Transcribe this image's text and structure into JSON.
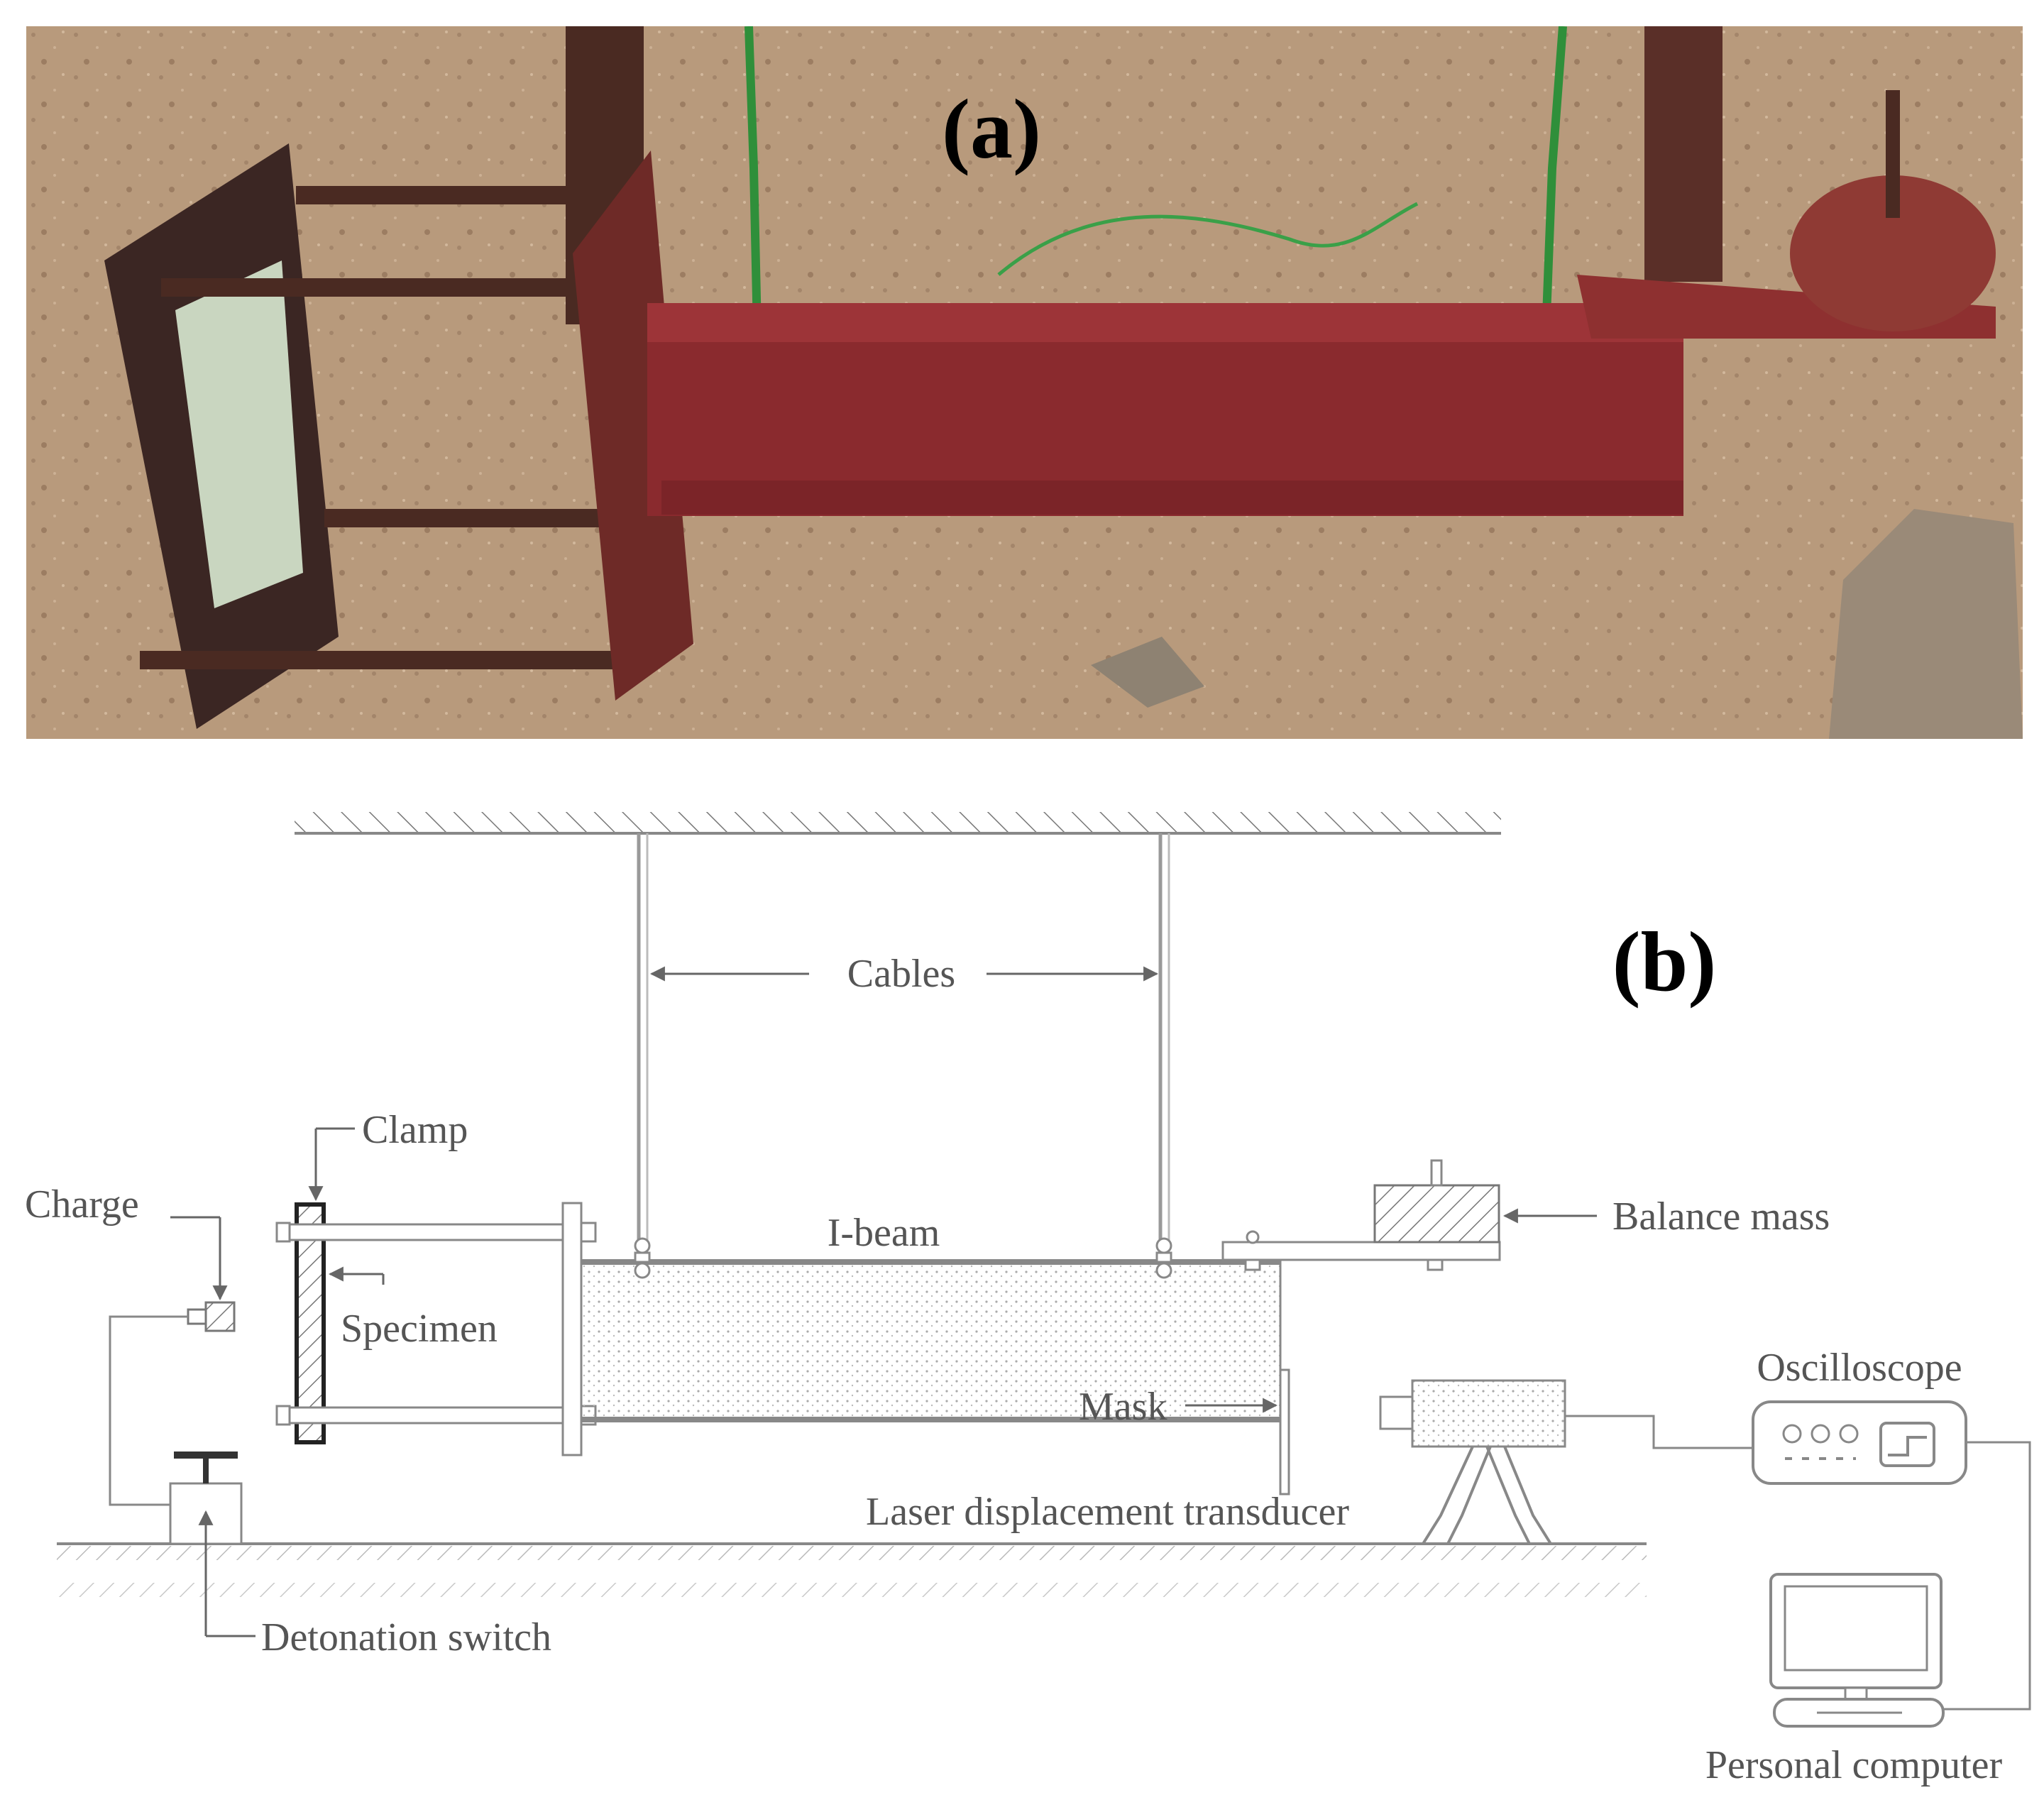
{
  "photo": {
    "panel_label": "(a)",
    "colors": {
      "ground": "#b89a7c",
      "steel": "#8a2a2e",
      "frame": "#3b2623",
      "glass": "#c9d6c0",
      "cable": "#2f8f3a"
    }
  },
  "diagram": {
    "panel_label": "(b)",
    "labels": {
      "cables": "Cables",
      "clamp": "Clamp",
      "charge": "Charge",
      "ibeam": "I-beam",
      "balance_mass": "Balance mass",
      "specimen": "Specimen",
      "oscilloscope": "Oscilloscope",
      "mask": "Mask",
      "laser": "Laser displacement transducer",
      "detonation": "Detonation switch",
      "computer": "Personal computer"
    },
    "colors": {
      "line": "#888888",
      "text": "#555555"
    }
  }
}
